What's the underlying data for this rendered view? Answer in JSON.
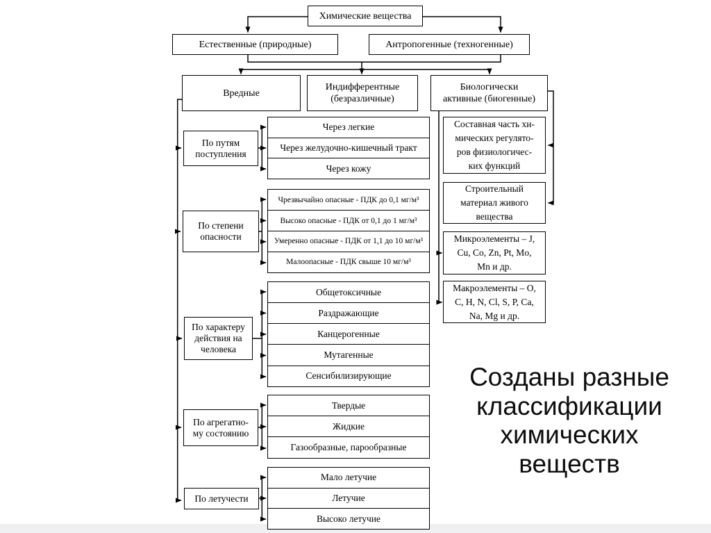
{
  "slide": {
    "background": "#ffffff",
    "bottom_strip_color": "#f0f0f2",
    "line_color": "#000000",
    "caption_color": "#0d0d0d"
  },
  "diagram": {
    "root": "Химические вещества",
    "origin": [
      {
        "label": "Естественные (природные)"
      },
      {
        "label": "Антропогенные (техногенные)"
      }
    ],
    "types": [
      {
        "label": "Вредные"
      },
      {
        "label": "Индифферентные\n(безразличные)"
      },
      {
        "label": "Биологически\nактивные (биогенные)"
      }
    ],
    "harmful_groups": [
      {
        "category": "По путям\nпоступления",
        "items": [
          "Через легкие",
          "Через желудочно-кишечный тракт",
          "Через кожу"
        ]
      },
      {
        "category": "По степени\nопасности",
        "items": [
          "Чрезвычайно опасные - ПДК до 0,1 мг/м³",
          "Высоко опасные - ПДК от 0,1 до 1 мг/м³",
          "Умеренно опасные - ПДК от 1,1 до 10 мг/м³",
          "Малоопасные - ПДК свыше 10 мг/м³"
        ]
      },
      {
        "category": "По характеру\nдействия на\nчеловека",
        "items": [
          "Общетоксичные",
          "Раздражающие",
          "Канцерогенные",
          "Мутагенные",
          "Сенсибилизирующие"
        ]
      },
      {
        "category": "По агрегатно-\nму состоянию",
        "items": [
          "Твердые",
          "Жидкие",
          "Газообразные, парообразные"
        ]
      },
      {
        "category": "По летучести",
        "items": [
          "Мало летучие",
          "Летучие",
          "Высоко летучие"
        ]
      }
    ],
    "biogenic_boxes": [
      {
        "text": "Составная часть хи-\nмических регулято-\nров физиологичес-\nких функций"
      },
      {
        "text": "Строительный\nматериал живого\nвещества"
      },
      {
        "text": "Микроэлементы – J,\nCu, Co, Zn, Pt, Mo,\nMn и др."
      },
      {
        "text": "Макроэлементы – O,\nC, H, N, Cl, S, P, Ca,\nNa, Mg и др."
      }
    ]
  },
  "caption": {
    "text": "Созданы разные\nклассификации\nхимических\nвеществ"
  }
}
